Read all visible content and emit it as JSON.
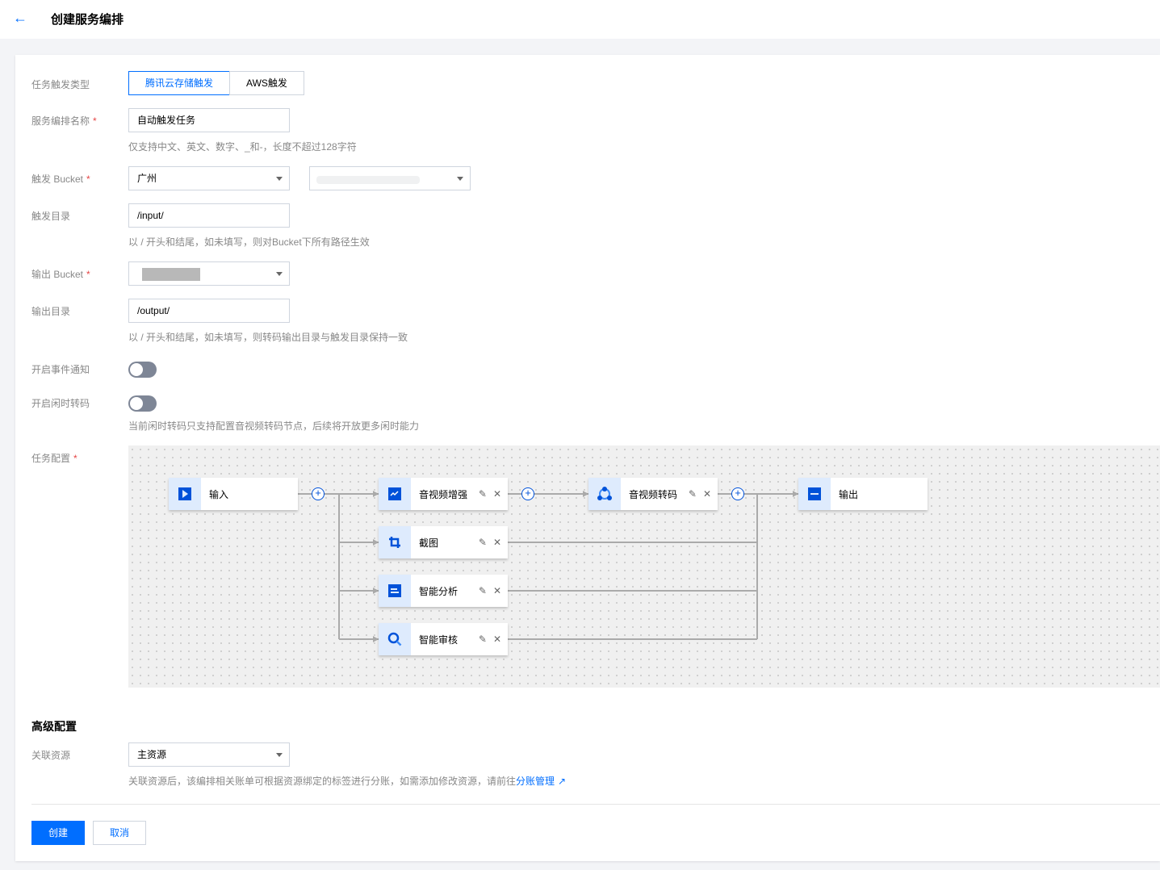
{
  "header": {
    "title": "创建服务编排"
  },
  "form": {
    "trigger_type": {
      "label": "任务触发类型",
      "options": [
        "腾讯云存储触发",
        "AWS触发"
      ],
      "selected": "腾讯云存储触发"
    },
    "name": {
      "label": "服务编排名称",
      "value": "自动触发任务",
      "hint": "仅支持中文、英文、数字、_和-，长度不超过128字符"
    },
    "trigger_bucket": {
      "label": "触发 Bucket",
      "region": "广州"
    },
    "trigger_dir": {
      "label": "触发目录",
      "value": "/input/",
      "hint": "以 / 开头和结尾，如未填写，则对Bucket下所有路径生效"
    },
    "output_bucket": {
      "label": "输出 Bucket"
    },
    "output_dir": {
      "label": "输出目录",
      "value": "/output/",
      "hint": "以 / 开头和结尾，如未填写，则转码输出目录与触发目录保持一致"
    },
    "event_notify": {
      "label": "开启事件通知",
      "on": false
    },
    "idle_transcode": {
      "label": "开启闲时转码",
      "on": false,
      "hint": "当前闲时转码只支持配置音视频转码节点，后续将开放更多闲时能力"
    },
    "task_config": {
      "label": "任务配置"
    },
    "required_mark": "*"
  },
  "workflow": {
    "nodes": [
      "输入",
      "音视频增强",
      "音视频转码",
      "输出",
      "截图",
      "智能分析",
      "智能审核"
    ]
  },
  "advanced": {
    "title": "高级配置",
    "resource": {
      "label": "关联资源",
      "value": "主资源",
      "hint": "关联资源后，该编排相关账单可根据资源绑定的标签进行分账，如需添加修改资源，请前往",
      "link": "分账管理"
    }
  },
  "buttons": {
    "create": "创建",
    "cancel": "取消"
  },
  "colors": {
    "primary": "#006eff",
    "node_icon": "#0052d9"
  }
}
